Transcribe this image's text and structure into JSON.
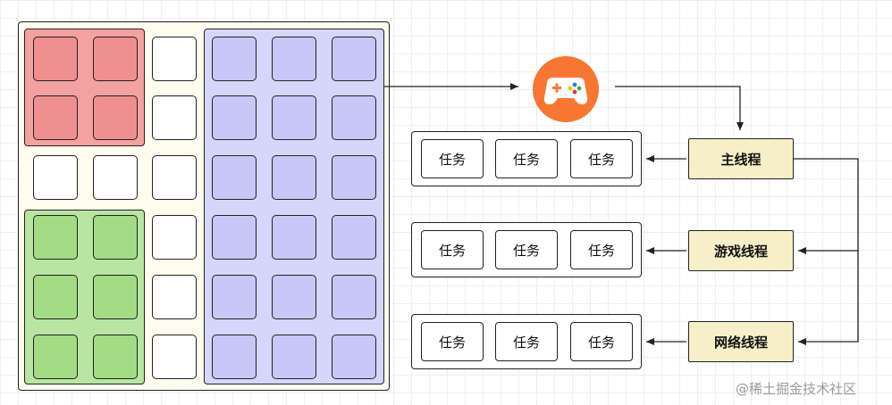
{
  "diagram": {
    "task_label": "任务",
    "threads": [
      "主线程",
      "游戏线程",
      "网络线程"
    ],
    "icon": "gamepad-icon",
    "colors": {
      "board": "#fdfcee",
      "red_region": "#f4a1a1",
      "red_cell": "#ef8f8f",
      "green_region": "#b8e6a2",
      "green_cell": "#a3dc85",
      "blue_region": "#d6d6fb",
      "blue_cell": "#c8c8f8",
      "thread_box": "#f7efc8",
      "icon_bg": "#f97532"
    }
  },
  "watermark": "@稀土掘金技术社区"
}
